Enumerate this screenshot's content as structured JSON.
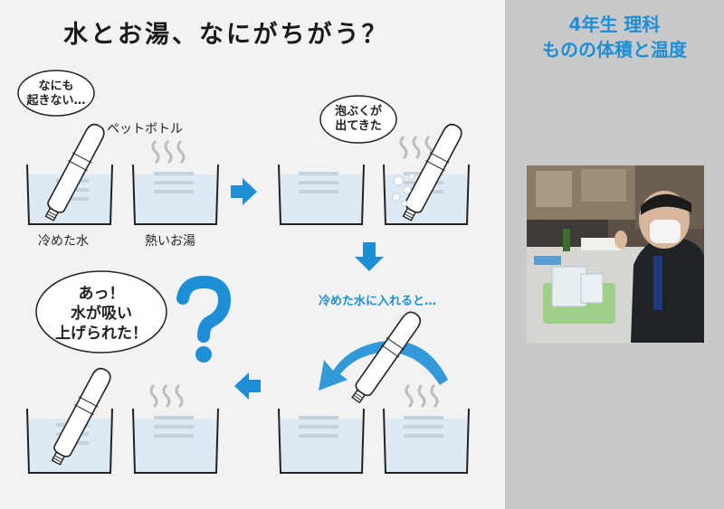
{
  "title": "水とお湯、なにがちがう？",
  "side_title": {
    "line1": "4年生 理科",
    "line2": "ものの体積と温度"
  },
  "labels": {
    "pet_bottle": "ペットボトル",
    "cold_water": "冷めた水",
    "hot_water": "熱いお湯",
    "put_in_cold": "冷めた水に入れると…"
  },
  "bubbles": {
    "nothing": [
      "なにも",
      "起きない…"
    ],
    "bubbles": [
      "泡ぶくが",
      "出てきた"
    ],
    "sucked": [
      "あっ！",
      "水が吸い",
      "上げられた！"
    ]
  },
  "colors": {
    "accent": "#1e8fd6",
    "water": "#dde9f3",
    "side_bg": "#c8c9ca",
    "background": "#f2f2f2"
  }
}
